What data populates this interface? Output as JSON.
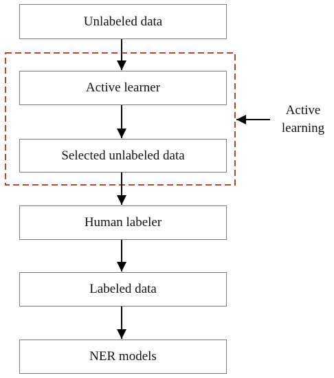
{
  "nodes": [
    {
      "id": "unlabeled",
      "label": "Unlabeled data"
    },
    {
      "id": "active-learner",
      "label": "Active learner"
    },
    {
      "id": "selected-unlabeled",
      "label": "Selected unlabeled data"
    },
    {
      "id": "human-labeler",
      "label": "Human labeler"
    },
    {
      "id": "labeled",
      "label": "Labeled data"
    },
    {
      "id": "ner-models",
      "label": "NER models"
    }
  ],
  "group": {
    "label_line1": "Active",
    "label_line2": "learning",
    "border_color": "#b5452e"
  },
  "edges": [
    [
      "unlabeled",
      "active-learner"
    ],
    [
      "active-learner",
      "selected-unlabeled"
    ],
    [
      "selected-unlabeled",
      "human-labeler"
    ],
    [
      "human-labeler",
      "labeled"
    ],
    [
      "labeled",
      "ner-models"
    ],
    [
      "group-label",
      "group"
    ]
  ]
}
